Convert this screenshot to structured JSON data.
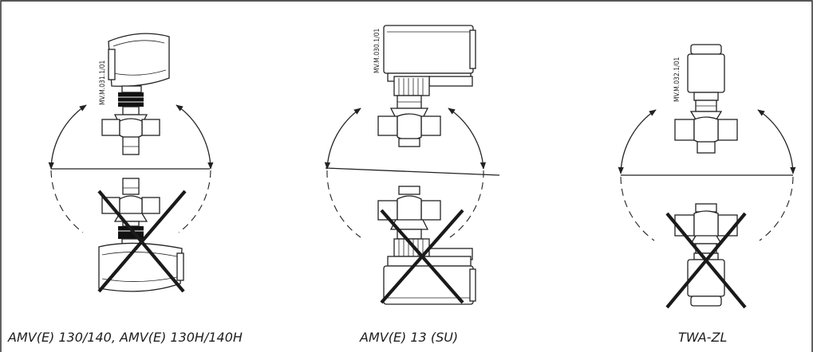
{
  "figure": {
    "panels": [
      {
        "caption": "AMV(E) 130/140, AMV(E) 130H/140H",
        "code": "MV.M.031.1/01"
      },
      {
        "caption": "AMV(E) 13 (SU)",
        "code": "MV.M.030.1/01"
      },
      {
        "caption": "TWA-ZL",
        "code": "MV.M.032.1/01"
      }
    ]
  },
  "colors": {
    "line": "#222222",
    "fill": "#ffffff",
    "frame": "#1e1e1e"
  }
}
